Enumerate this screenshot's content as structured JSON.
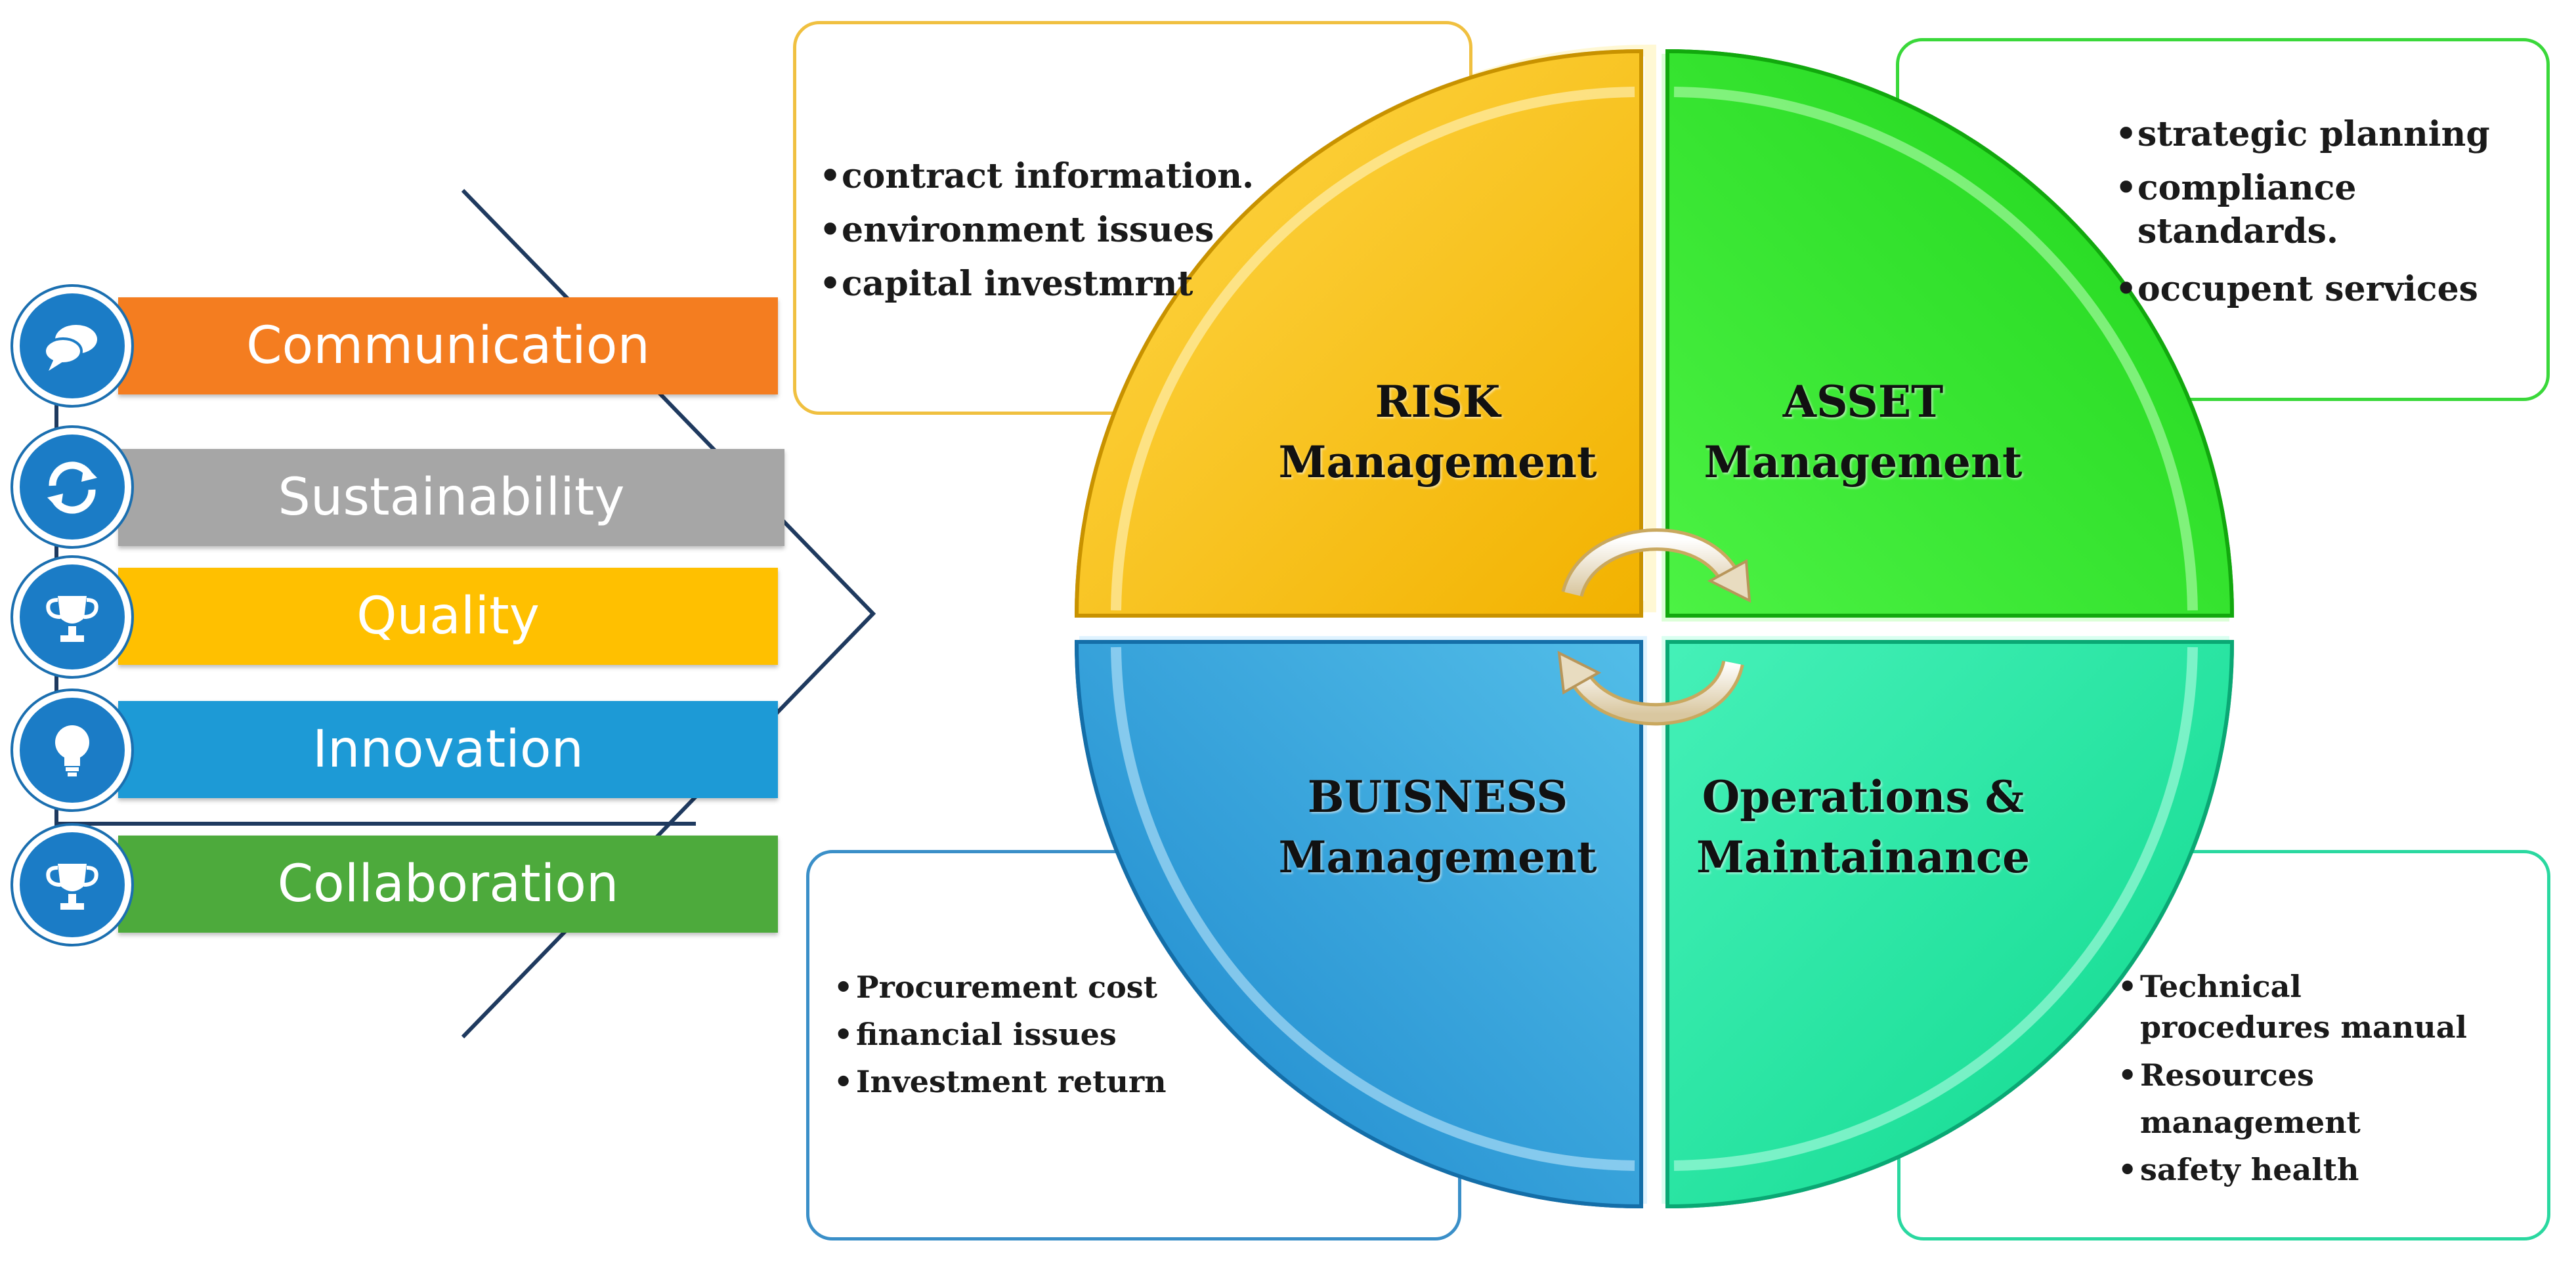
{
  "core_values": [
    {
      "label": "Communication",
      "color": "#f47d20",
      "icon": "speech-bubble-icon"
    },
    {
      "label": "Sustainability",
      "color": "#a6a6a6",
      "icon": "refresh-icon"
    },
    {
      "label": "Quality",
      "color": "#ffc000",
      "icon": "trophy-icon"
    },
    {
      "label": "Innovation",
      "color": "#1d9ad6",
      "icon": "lightbulb-icon"
    },
    {
      "label": "Collaboration",
      "color": "#4daa3c",
      "icon": "trophy-icon"
    }
  ],
  "quadrants": {
    "risk": {
      "title_line1": "RISK",
      "title_line2": "Management",
      "color": "#ffc000",
      "bullets": [
        "contract information.",
        "environment issues",
        "capital investmrnt"
      ]
    },
    "asset": {
      "title_line1": "ASSET",
      "title_line2": "Management",
      "color": "#22e01c",
      "bullets": [
        "strategic planning",
        "compliance standards.",
        "occupent services"
      ]
    },
    "business": {
      "title_line1": "BUISNESS",
      "title_line2": "Management",
      "color": "#1d9ad6",
      "bullets": [
        "Procurement cost",
        "financial issues",
        "Investment return"
      ]
    },
    "operations": {
      "title_line1": "Operations &",
      "title_line2": "Maintainance",
      "color": "#12e69a",
      "bullets": [
        "Technical procedures manual",
        "Resources management",
        "safety health"
      ]
    }
  }
}
